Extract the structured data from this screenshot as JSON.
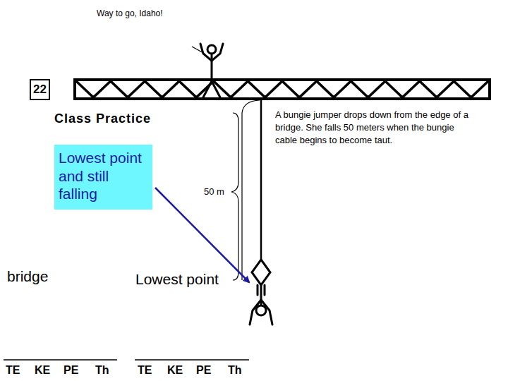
{
  "diagram": {
    "nodes": [
      {
        "text": [
          "22"
        ]
      },
      {
        "text": [
          "Lowest point and still falling"
        ]
      }
    ],
    "labels": [
      "Way to go, Idaho!",
      "Class Practice",
      "A bungie jumper drops down from the edge of a bridge. She falls 50 meters when the bungie cable begins to become taut.",
      "50 m",
      "bridge",
      "Lowest point",
      "TE",
      "KE",
      "PE",
      "Th",
      "TE",
      "KE",
      "PE",
      "Th"
    ]
  }
}
